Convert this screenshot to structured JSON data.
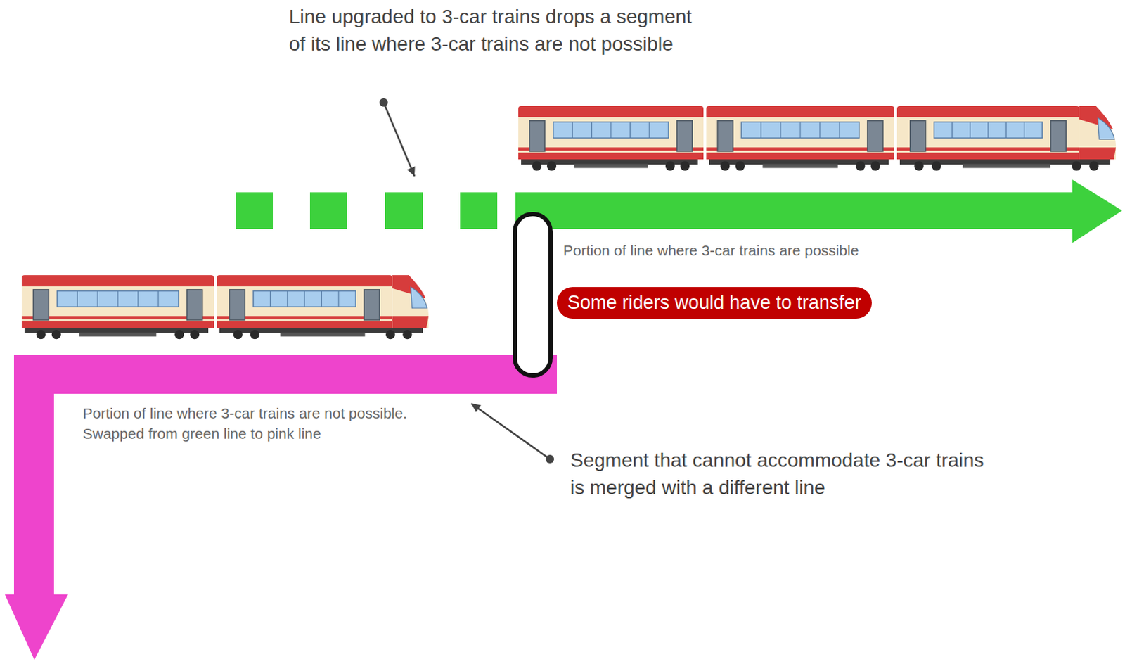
{
  "diagram": {
    "nodes": [
      {
        "text": [
          "Some riders would have to transfer"
        ]
      }
    ],
    "labels": [
      "Line upgraded to 3-car trains drops a segment of its line where 3-car trains are not possible",
      "Portion of line where 3-car trains are possible",
      "Portion of line where 3-car trains are not possible. Swapped from green line to pink line",
      "Segment that cannot accommodate 3-car trains is merged with a different line"
    ]
  }
}
